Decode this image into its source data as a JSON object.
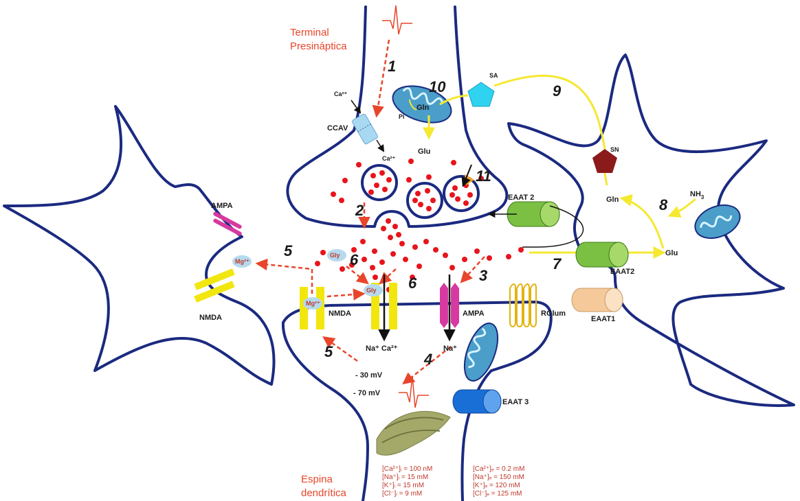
{
  "titles": {
    "presynaptic_line1": "Terminal",
    "presynaptic_line2": "Presináptica",
    "spine_line1": "Espina",
    "spine_line2": "dendrítica"
  },
  "steps": [
    "1",
    "2",
    "3",
    "4",
    "5",
    "5",
    "6",
    "6",
    "7",
    "8",
    "9",
    "10",
    "11"
  ],
  "labels": {
    "ca_top": "Ca²⁺",
    "ccav": "CCAV",
    "ca_bottom": "Ca²⁺",
    "sa": "SA",
    "sn": "SN",
    "gln_mito": "Gln",
    "pi": "Pi",
    "glu_pre": "Glu",
    "gln_astro": "Gln",
    "nh3": "NH",
    "nh3_sub": "3",
    "glu_astro": "Glu",
    "eaat2_top": "EAAT 2",
    "eaat2_right": "EAAT2",
    "eaat1": "EAAT1",
    "eaat3": "EAAT 3",
    "ampa_left": "AMPA",
    "nmda_left": "NMDA",
    "nmda_post": "NMDA",
    "ampa_post": "AMPA",
    "rglum": "RGlum",
    "gly_1": "Gly",
    "gly_2": "Gly",
    "mg_free": "Mg²⁺",
    "mg_block": "Mg²⁺",
    "na_ca": "Na⁺  Ca²⁺",
    "na": "Na⁺",
    "mv30": "- 30 mV",
    "mv70": "- 70 mV"
  },
  "concentrations": {
    "intracellular": [
      "[Ca²⁺]ᵢ = 100 nM",
      "[Na⁺]ᵢ = 15 mM",
      "[K⁺]ᵢ = 15 mM",
      "[Cl⁻]ᵢ = 9 mM"
    ],
    "extracellular": [
      "[Ca²⁺]ₑ = 0.2 mM",
      "[Na⁺]ₑ = 150 mM",
      "[K⁺]ₑ = 120 mM",
      "[Cl⁻]ₑ = 125 mM"
    ]
  },
  "colors": {
    "membrane": "#1b2a80",
    "glutamate": "#e8141c",
    "title": "#e8452a",
    "yellow_path": "#f5e830",
    "transporter_green": "#7bc043",
    "mitochondria": "#4a9ec9",
    "sa_cyan": "#2fd3f0",
    "sn_darkred": "#8b1a1a",
    "nmda_yellow": "#f2e60f",
    "ampa_magenta": "#d63aa0",
    "eaat1_peach": "#f5c99a",
    "eaat3_blue": "#1a6fd6"
  }
}
